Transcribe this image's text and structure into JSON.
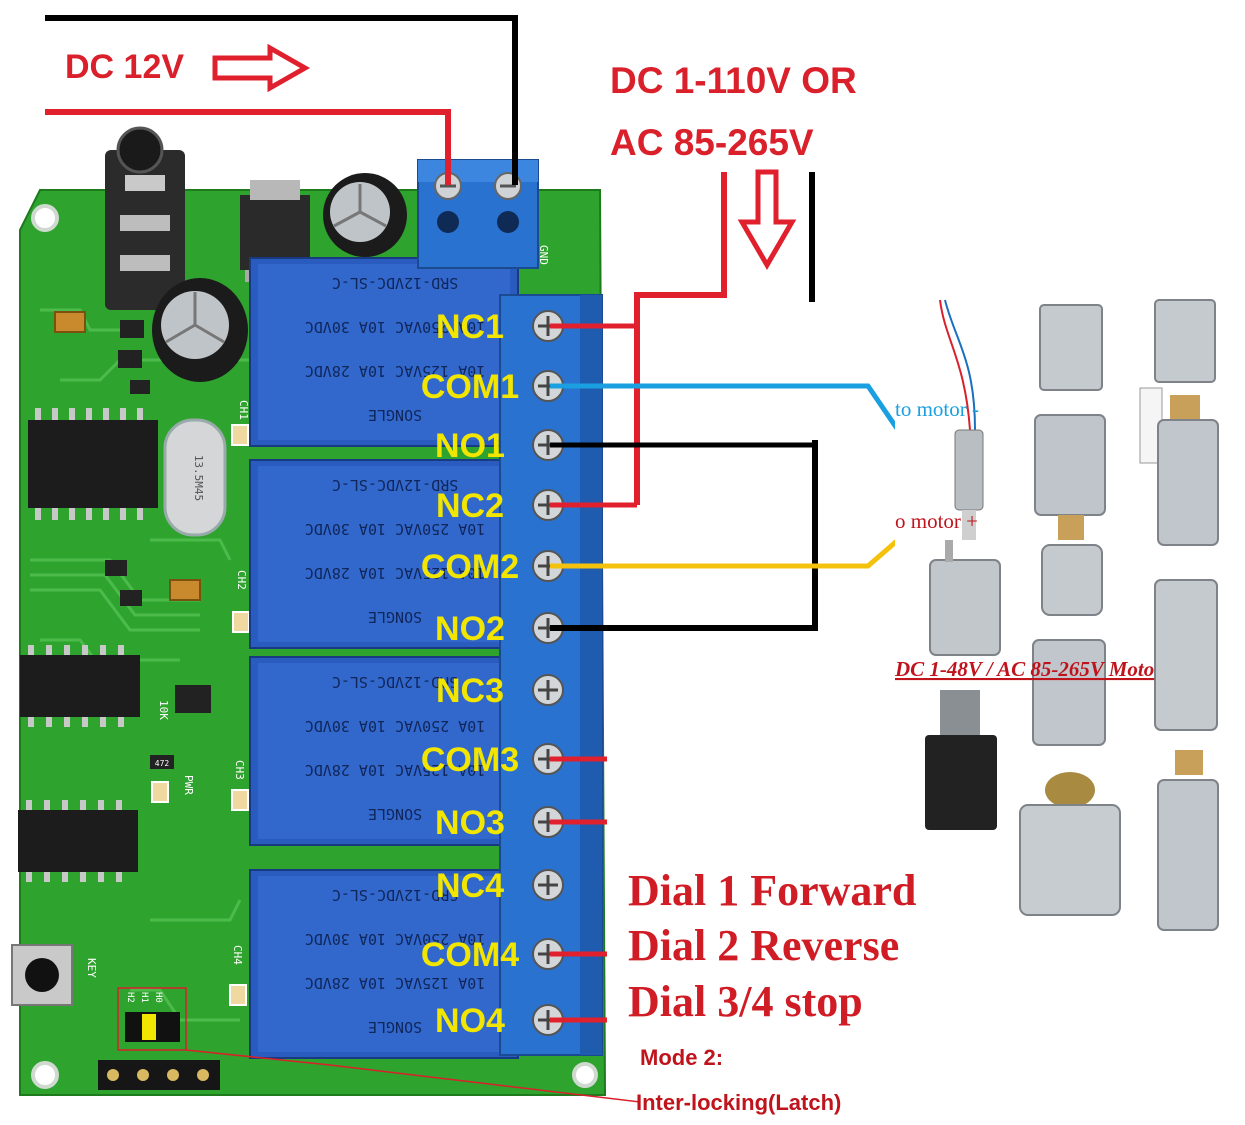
{
  "power_label": "DC 12V",
  "load_supply_line1": "DC 1-110V OR",
  "load_supply_line2": "AC 85-265V",
  "terminals": [
    "NC1",
    "COM1",
    "NO1",
    "NC2",
    "COM2",
    "NO2",
    "NC3",
    "COM3",
    "NO3",
    "NC4",
    "COM4",
    "NO4"
  ],
  "motor_minus": "to motor -",
  "motor_plus": "o motor +",
  "motor_caption": "DC 1-48V / AC 85-265V Moto",
  "dial_lines": [
    "Dial 1 Forward",
    "Dial 2 Reverse",
    "Dial 3/4 stop"
  ],
  "mode_line1": "Mode 2:",
  "mode_line2": "Inter-locking(Latch)",
  "relay": {
    "model": "SRD-12VDC-SL-C",
    "rating_a": "10A 250VAC  10A 30VDC",
    "rating_b": "10A 125VAC  10A 28VDC",
    "brand": "SONGLE"
  },
  "board_silk": {
    "gnd": "GND",
    "ch1": "CH1",
    "ch2": "CH2",
    "ch3": "CH3",
    "ch4": "CH4",
    "pwr": "PWR",
    "key": "KEY",
    "crystal": "13.5M45",
    "jumper_h0": "H0",
    "jumper_h1": "H1",
    "jumper_h2": "H2",
    "res_10k": "10K",
    "res_472": "472"
  },
  "colors": {
    "wire_red": "#e0202c",
    "wire_black": "#000000",
    "wire_blue": "#1aa0e0",
    "wire_yellow": "#f4c20d",
    "pcb": "#2ca02c",
    "relay": "#2a5cc0",
    "terminal": "#2a72d0"
  }
}
